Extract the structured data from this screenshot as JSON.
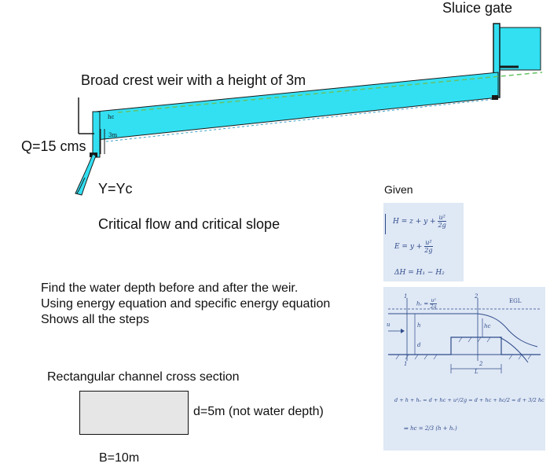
{
  "diagram": {
    "sluice_gate_label": "Sluice gate",
    "weir_title": "Broad crest weir with a height of 3m",
    "flow_label": "Q=15 cms",
    "critical_depth_label": "Y=Yc",
    "critical_flow_label": "Critical flow and critical slope",
    "hc_label": "hc",
    "weir_height_small": "3m"
  },
  "task": {
    "line1": "Find the water depth before and after the weir.",
    "line2": "Using energy equation and specific energy equation",
    "line3": "Shows all the steps"
  },
  "cross_section": {
    "title": "Rectangular channel cross section",
    "depth_label": "d=5m (not water depth)",
    "width_label": "B=10m"
  },
  "given": {
    "title": "Given",
    "eq1_lhs": "H = z + y +",
    "eq1_num": "u²",
    "eq1_den": "2g",
    "eq2_lhs": "E = y +",
    "eq2_num": "u²",
    "eq2_den": "2g",
    "eq3": "ΔH = H₁ − H₂"
  },
  "sketch": {
    "sec1": "1",
    "sec2": "2",
    "egl": "EGL",
    "hv": "hᵥ =",
    "hv_num": "u²",
    "hv_den": "2g",
    "h": "h",
    "d": "d",
    "hc": "hc",
    "L": "L",
    "u": "u",
    "bottom1": "1",
    "bottom2": "2",
    "eq_bottom": "d + h + hᵥ = d + hc + u²/2g = d + hc + hc/2 = d + 3/2 hc",
    "eq_result": "⇒ hc = 2/3 (h + hᵥ)"
  },
  "colors": {
    "water": "#33e0f2",
    "water_edge": "#1a1a1a",
    "egl_line": "#66c266",
    "panel": "#dfe8f5",
    "math": "#2f4b8a"
  }
}
